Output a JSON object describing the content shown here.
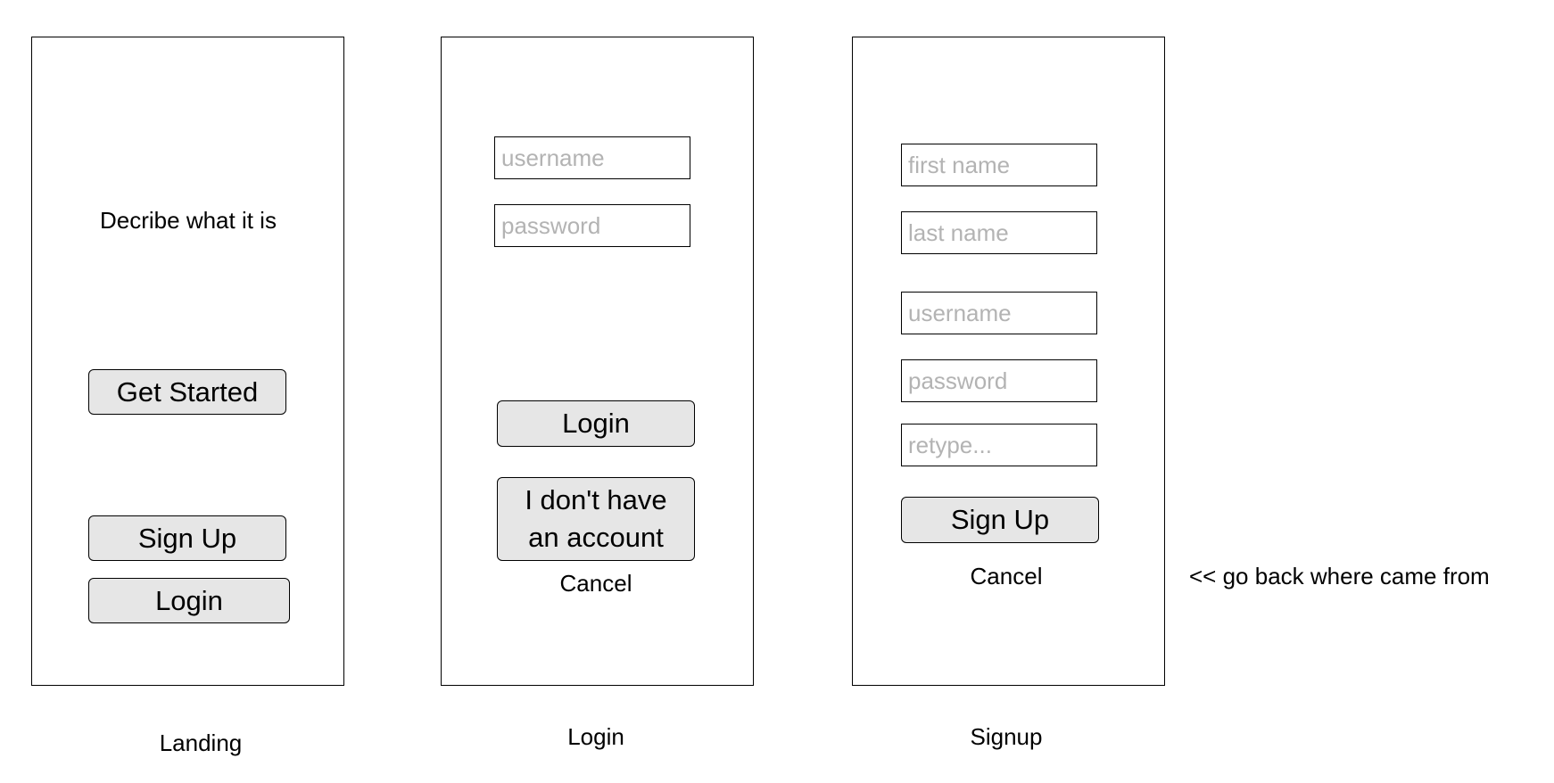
{
  "screens": {
    "landing": {
      "caption": "Landing",
      "description": "Decribe what it is",
      "get_started_label": "Get Started",
      "sign_up_label": "Sign Up",
      "login_label": "Login"
    },
    "login": {
      "caption": "Login",
      "username_placeholder": "username",
      "password_placeholder": "password",
      "login_label": "Login",
      "no_account_label": "I don't have an account",
      "cancel_label": "Cancel"
    },
    "signup": {
      "caption": "Signup",
      "first_name_placeholder": "first name",
      "last_name_placeholder": "last name",
      "username_placeholder": "username",
      "password_placeholder": "password",
      "retype_placeholder": "retype...",
      "sign_up_label": "Sign Up",
      "cancel_label": "Cancel"
    }
  },
  "annotation": {
    "cancel_note": "<< go back where came from"
  }
}
